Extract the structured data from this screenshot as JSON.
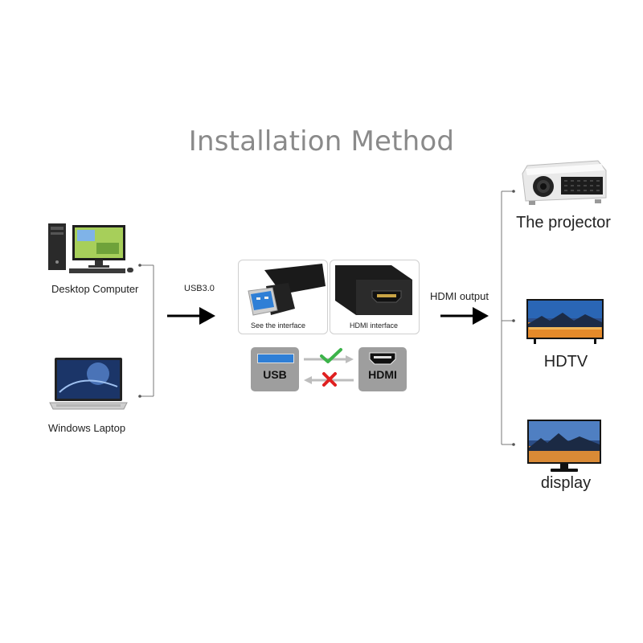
{
  "title": "Installation Method",
  "sources": {
    "desktop_label": "Desktop Computer",
    "laptop_label": "Windows Laptop"
  },
  "input_connection": "USB3.0",
  "adapter": {
    "usb_caption": "See the interface",
    "hdmi_caption": "HDMI interface",
    "usb_port_label": "USB",
    "hdmi_port_label": "HDMI"
  },
  "output_connection": "HDMI output",
  "targets": {
    "projector_label": "The projector",
    "hdtv_label": "HDTV",
    "display_label": "display"
  },
  "colors": {
    "title": "#8a8a8a",
    "usb_blue": "#2f7fd6",
    "check_green": "#3cb34a",
    "cross_red": "#e02020",
    "port_gray": "#9e9e9e"
  }
}
